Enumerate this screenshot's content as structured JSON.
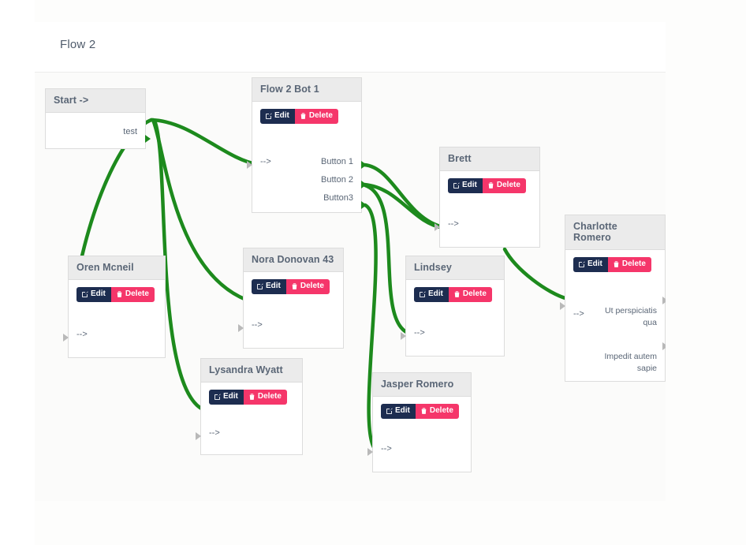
{
  "page": {
    "title": "Flow 2",
    "background": "#fdfdfc",
    "canvas_background": "#fbfbfa"
  },
  "theme": {
    "edge_color": "#1d8a1d",
    "edit_button_color": "#1d2d50",
    "delete_button_color": "#f5366a",
    "node_header_color": "#ebebeb",
    "node_border_color": "#dcdcdc",
    "text_color": "#5a6676"
  },
  "buttons": {
    "edit_label": "Edit",
    "delete_label": "Delete",
    "edit_icon": "pencil-square-icon",
    "delete_icon": "trash-icon"
  },
  "port_symbol": "-->",
  "nodes": [
    {
      "id": "start",
      "title": "Start ->",
      "has_actions": false,
      "outputs": [
        "test"
      ]
    },
    {
      "id": "bot1",
      "title": "Flow 2 Bot 1",
      "has_actions": true,
      "input": "-->",
      "outputs": [
        "Button 1",
        "Button 2",
        "Button3"
      ]
    },
    {
      "id": "oren",
      "title": "Oren Mcneil",
      "has_actions": true,
      "input": "-->",
      "outputs": []
    },
    {
      "id": "nora",
      "title": "Nora Donovan 43",
      "has_actions": true,
      "input": "-->",
      "outputs": []
    },
    {
      "id": "lysandra",
      "title": "Lysandra Wyatt",
      "has_actions": true,
      "input": "-->",
      "outputs": []
    },
    {
      "id": "brett",
      "title": "Brett",
      "has_actions": true,
      "input": "-->",
      "outputs": []
    },
    {
      "id": "lindsey",
      "title": "Lindsey",
      "has_actions": true,
      "input": "-->",
      "outputs": []
    },
    {
      "id": "jasper",
      "title": "Jasper Romero",
      "has_actions": true,
      "input": "-->",
      "outputs": []
    },
    {
      "id": "charlotte",
      "title": "Charlotte Romero",
      "has_actions": true,
      "input": "-->",
      "outputs": [
        "Ut perspiciatis qua",
        "Impedit autem sapie"
      ]
    }
  ],
  "edges": [
    {
      "from": "start.test",
      "to": "bot1.in"
    },
    {
      "from": "start.test",
      "to": "oren.in"
    },
    {
      "from": "start.test",
      "to": "nora.in"
    },
    {
      "from": "start.test",
      "to": "lysandra.in"
    },
    {
      "from": "bot1.Button 1",
      "to": "brett.in"
    },
    {
      "from": "bot1.Button 2",
      "to": "brett.in"
    },
    {
      "from": "bot1.Button 2",
      "to": "lindsey.in"
    },
    {
      "from": "bot1.Button3",
      "to": "jasper.in"
    },
    {
      "from": "brett.out",
      "to": "charlotte.in"
    }
  ]
}
